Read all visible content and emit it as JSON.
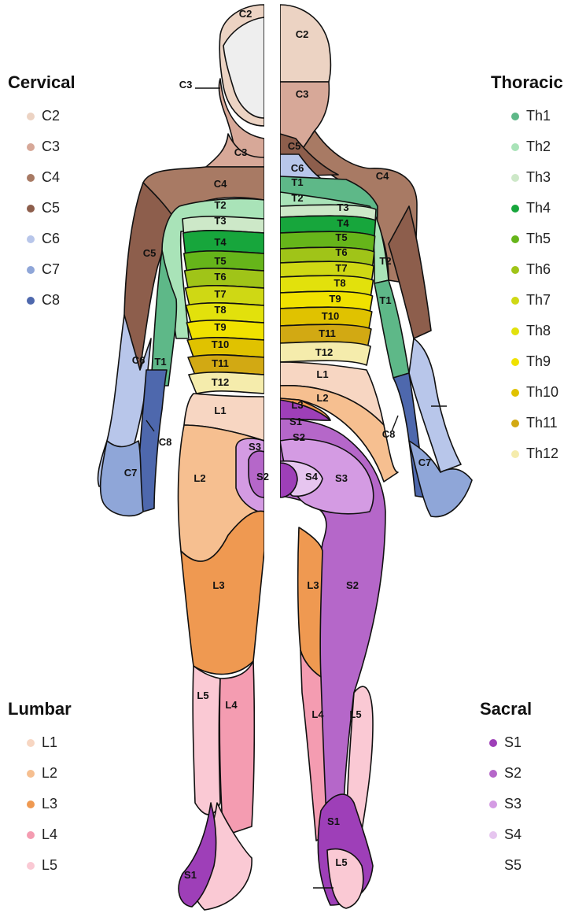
{
  "palette": {
    "C2": "#ecd3c3",
    "C3": "#d7a898",
    "C4": "#a87a64",
    "C5": "#8d5e4c",
    "C6": "#b8c6ea",
    "C7": "#8fa6d8",
    "C8": "#4e68ad",
    "Th1": "#5eb888",
    "Th2": "#a9e3b8",
    "Th3": "#cde8c8",
    "Th4": "#17a63c",
    "Th5": "#66b51a",
    "Th6": "#a0c418",
    "Th7": "#cfd814",
    "Th8": "#e2e10c",
    "Th9": "#f0e200",
    "Th10": "#e0c200",
    "Th11": "#d2a913",
    "Th12": "#f5ecac",
    "L1": "#f7d6c2",
    "L2": "#f6bf90",
    "L3": "#ef9951",
    "L4": "#f49cb1",
    "L5": "#fac9d4",
    "S1": "#9e3fb8",
    "S2": "#b567c9",
    "S3": "#d49be3",
    "S4": "#e6c5ef",
    "S5": "#ffffff",
    "face": "#eeeeee",
    "outline": "#111111"
  },
  "legends": [
    {
      "id": "cervical",
      "title": "Cervical",
      "items": [
        {
          "label": "C2",
          "key": "C2"
        },
        {
          "label": "C3",
          "key": "C3"
        },
        {
          "label": "C4",
          "key": "C4"
        },
        {
          "label": "C5",
          "key": "C5"
        },
        {
          "label": "C6",
          "key": "C6"
        },
        {
          "label": "C7",
          "key": "C7"
        },
        {
          "label": "C8",
          "key": "C8"
        }
      ]
    },
    {
      "id": "thoracic",
      "title": "Thoracic",
      "items": [
        {
          "label": "Th1",
          "key": "Th1"
        },
        {
          "label": "Th2",
          "key": "Th2"
        },
        {
          "label": "Th3",
          "key": "Th3"
        },
        {
          "label": "Th4",
          "key": "Th4"
        },
        {
          "label": "Th5",
          "key": "Th5"
        },
        {
          "label": "Th6",
          "key": "Th6"
        },
        {
          "label": "Th7",
          "key": "Th7"
        },
        {
          "label": "Th8",
          "key": "Th8"
        },
        {
          "label": "Th9",
          "key": "Th9"
        },
        {
          "label": "Th10",
          "key": "Th10"
        },
        {
          "label": "Th11",
          "key": "Th11"
        },
        {
          "label": "Th12",
          "key": "Th12"
        }
      ]
    },
    {
      "id": "lumbar",
      "title": "Lumbar",
      "items": [
        {
          "label": "L1",
          "key": "L1"
        },
        {
          "label": "L2",
          "key": "L2"
        },
        {
          "label": "L3",
          "key": "L3"
        },
        {
          "label": "L4",
          "key": "L4"
        },
        {
          "label": "L5",
          "key": "L5"
        }
      ]
    },
    {
      "id": "sacral",
      "title": "Sacral",
      "items": [
        {
          "label": "S1",
          "key": "S1"
        },
        {
          "label": "S2",
          "key": "S2"
        },
        {
          "label": "S3",
          "key": "S3"
        },
        {
          "label": "S4",
          "key": "S4"
        },
        {
          "label": "S5",
          "key": "S5"
        }
      ]
    }
  ],
  "figure_labels": {
    "left": [
      "C2",
      "C3",
      "C3",
      "C4",
      "C5",
      "C6",
      "C7",
      "C8",
      "T1",
      "T2",
      "T3",
      "T4",
      "T5",
      "T6",
      "T7",
      "T8",
      "T9",
      "T10",
      "T11",
      "T12",
      "L1",
      "L2",
      "L3",
      "L4",
      "L5",
      "S1",
      "S2",
      "S3"
    ],
    "right": [
      "C2",
      "C3",
      "C4",
      "C5",
      "C6",
      "C7",
      "C8",
      "T1",
      "T1",
      "T2",
      "T2",
      "T3",
      "T4",
      "T5",
      "T6",
      "T7",
      "T8",
      "T9",
      "T10",
      "T11",
      "T12",
      "L1",
      "L2",
      "L3",
      "L3",
      "L4",
      "L5",
      "L5",
      "S1",
      "S1",
      "S2",
      "S2",
      "S3",
      "S4"
    ]
  }
}
